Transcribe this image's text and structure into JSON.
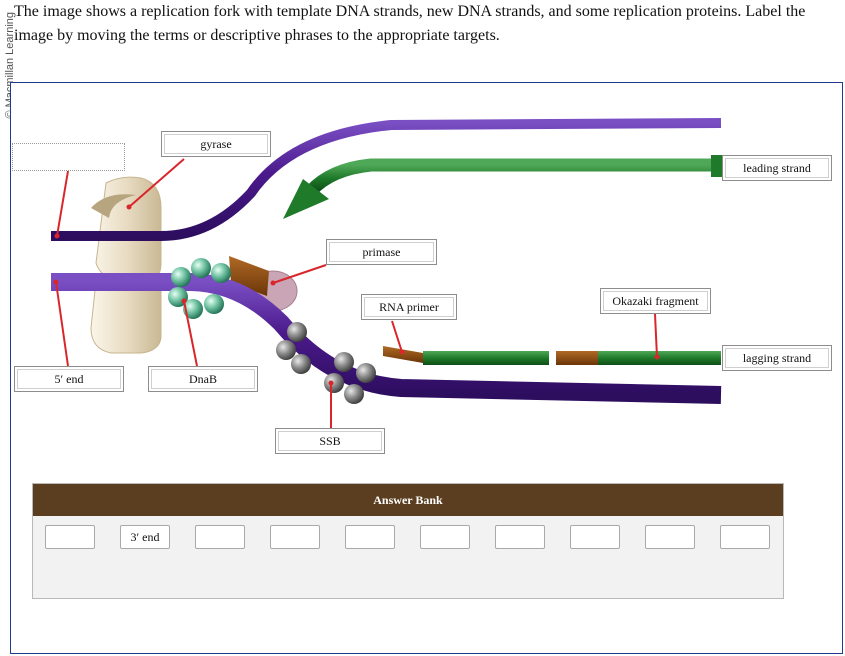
{
  "side_text": "© Macmillan Learning",
  "prompt": "The image shows a replication fork with template DNA strands, new DNA strands, and some replication proteins. Label the image by moving the terms or descriptive phrases to the appropriate targets.",
  "labels": {
    "gyrase": "gyrase",
    "primase": "primase",
    "rna_primer": "RNA primer",
    "okazaki": "Okazaki fragment",
    "leading": "leading strand",
    "lagging": "lagging strand",
    "five_end": "5′ end",
    "dnab": "DnaB",
    "ssb": "SSB"
  },
  "answer_bank": {
    "title": "Answer Bank",
    "slots": [
      "",
      "3′ end",
      "",
      "",
      "",
      "",
      "",
      "",
      "",
      ""
    ]
  },
  "colors": {
    "template_strand": "#4b1a8c",
    "new_strand": "#1f7a2a",
    "primer": "#8b4a10",
    "protein": "#e8dcc3",
    "header": "#5b3d1f",
    "border": "#1f3b8a"
  }
}
